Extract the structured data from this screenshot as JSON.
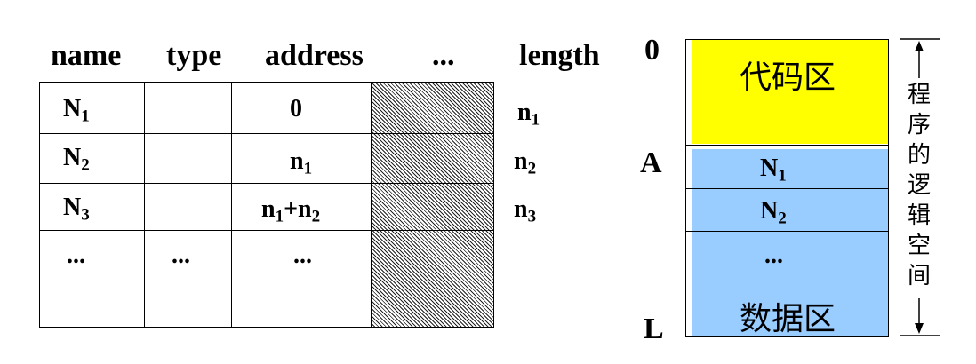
{
  "symbol_table": {
    "headers": [
      "name",
      "type",
      "address",
      "...",
      "length"
    ],
    "rows": [
      {
        "name": "N",
        "name_sub": "1",
        "type": "",
        "address_parts": [
          {
            "t": "0",
            "s": ""
          }
        ],
        "length": "n",
        "length_sub": "1"
      },
      {
        "name": "N",
        "name_sub": "2",
        "type": "",
        "address_parts": [
          {
            "t": "n",
            "s": "1"
          }
        ],
        "length": "n",
        "length_sub": "2"
      },
      {
        "name": "N",
        "name_sub": "3",
        "type": "",
        "address_parts": [
          {
            "t": "n",
            "s": "1"
          },
          {
            "t": "+n",
            "s": "2"
          }
        ],
        "length": "n",
        "length_sub": "3"
      },
      {
        "name": "...",
        "name_sub": "",
        "type": "...",
        "address_parts": [
          {
            "t": "...",
            "s": ""
          }
        ],
        "length": "",
        "length_sub": ""
      }
    ]
  },
  "memory_layout": {
    "markers": {
      "top": "0",
      "mid": "A",
      "bottom": "L"
    },
    "code_area_label": "代码区",
    "data_rows": [
      {
        "text": "N",
        "sub": "1"
      },
      {
        "text": "N",
        "sub": "2"
      },
      {
        "text": "...",
        "sub": ""
      }
    ],
    "data_area_label": "数据区",
    "span_label": "程序的逻辑空间",
    "colors": {
      "code_area": "#ffff00",
      "data_area": "#99ccff"
    }
  }
}
